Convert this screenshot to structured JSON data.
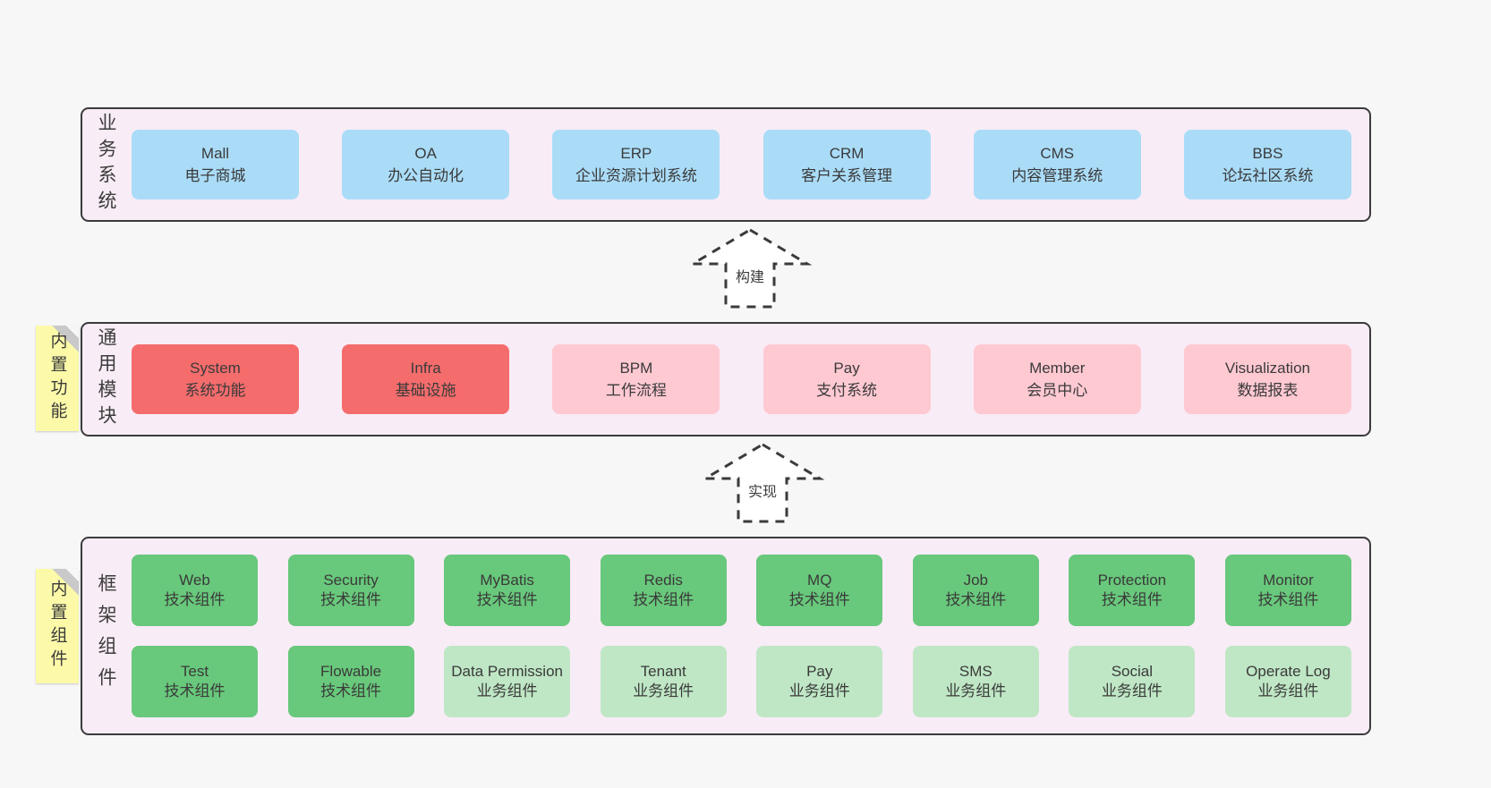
{
  "colors": {
    "page_bg": "#f7f7f7",
    "panel_bg": "#f8ecf6",
    "panel_border": "#3b3b3b",
    "blue": "#aadcf8",
    "red": "#f56c6c",
    "pink": "#ffc9d2",
    "green": "#68c87b",
    "light_green": "#bfe7c5",
    "sticky_yellow": "#fcfaa9"
  },
  "business": {
    "label": "业务系统",
    "boxes": [
      {
        "title": "Mall",
        "subtitle": "电子商城"
      },
      {
        "title": "OA",
        "subtitle": "办公自动化"
      },
      {
        "title": "ERP",
        "subtitle": "企业资源计划系统"
      },
      {
        "title": "CRM",
        "subtitle": "客户关系管理"
      },
      {
        "title": "CMS",
        "subtitle": "内容管理系统"
      },
      {
        "title": "BBS",
        "subtitle": "论坛社区系统"
      }
    ]
  },
  "arrows": {
    "build": "构建",
    "implement": "实现"
  },
  "common": {
    "label": "通用模块",
    "sticky": "内置功能",
    "boxes": [
      {
        "title": "System",
        "subtitle": "系统功能"
      },
      {
        "title": "Infra",
        "subtitle": "基础设施"
      },
      {
        "title": "BPM",
        "subtitle": "工作流程"
      },
      {
        "title": "Pay",
        "subtitle": "支付系统"
      },
      {
        "title": "Member",
        "subtitle": "会员中心"
      },
      {
        "title": "Visualization",
        "subtitle": "数据报表"
      }
    ]
  },
  "framework": {
    "label": "框架组件",
    "sticky": "内置组件",
    "row1": [
      {
        "title": "Web",
        "subtitle": "技术组件"
      },
      {
        "title": "Security",
        "subtitle": "技术组件"
      },
      {
        "title": "MyBatis",
        "subtitle": "技术组件"
      },
      {
        "title": "Redis",
        "subtitle": "技术组件"
      },
      {
        "title": "MQ",
        "subtitle": "技术组件"
      },
      {
        "title": "Job",
        "subtitle": "技术组件"
      },
      {
        "title": "Protection",
        "subtitle": "技术组件"
      },
      {
        "title": "Monitor",
        "subtitle": "技术组件"
      }
    ],
    "row2": [
      {
        "title": "Test",
        "subtitle": "技术组件"
      },
      {
        "title": "Flowable",
        "subtitle": "技术组件"
      },
      {
        "title": "Data Permission",
        "subtitle": "业务组件"
      },
      {
        "title": "Tenant",
        "subtitle": "业务组件"
      },
      {
        "title": "Pay",
        "subtitle": "业务组件"
      },
      {
        "title": "SMS",
        "subtitle": "业务组件"
      },
      {
        "title": "Social",
        "subtitle": "业务组件"
      },
      {
        "title": "Operate Log",
        "subtitle": "业务组件"
      }
    ]
  }
}
